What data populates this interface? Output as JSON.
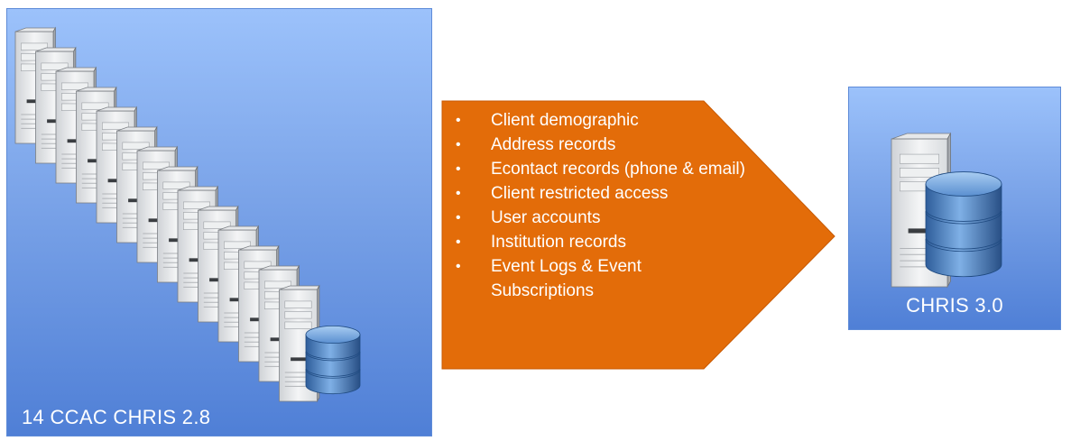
{
  "source": {
    "label": "14 CCAC CHRIS 2.8",
    "server_count": 14,
    "icons": [
      "server-icon",
      "database-icon"
    ]
  },
  "migration": {
    "items": [
      "Client demographic",
      "Address records",
      "Econtact records (phone & email)",
      "Client restricted access",
      "User accounts",
      "Institution records",
      "Event Logs & Event Subscriptions"
    ]
  },
  "target": {
    "label": "CHRIS 3.0",
    "icons": [
      "server-icon",
      "database-icon"
    ]
  },
  "colors": {
    "panel_top": "#9cc2fb",
    "panel_bottom": "#4f7fd6",
    "arrow": "#e36c09",
    "text": "#ffffff"
  }
}
